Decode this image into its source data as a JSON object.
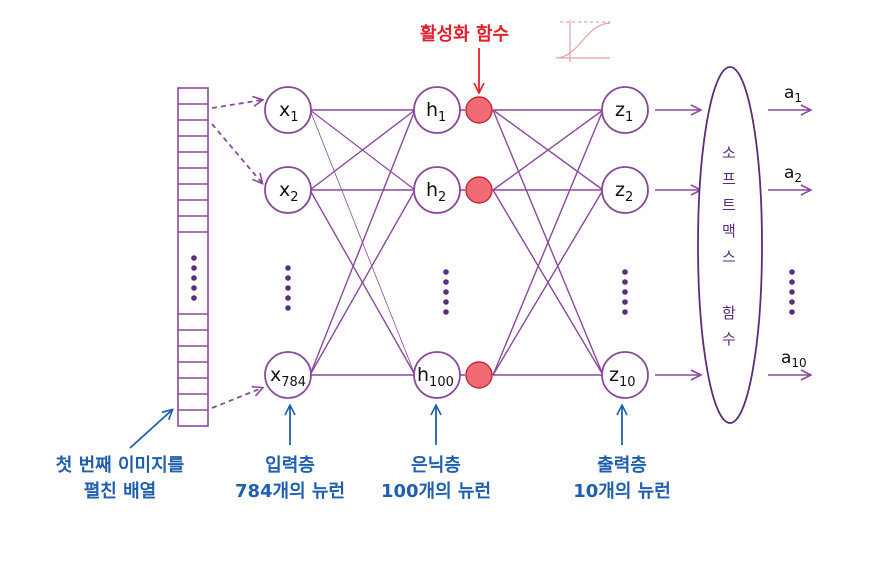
{
  "colors": {
    "purple": "#8a4a9c",
    "blue": "#1f5fae",
    "red": "#e3202a",
    "node_fill": "#f06b74"
  },
  "title_activation": "활성화 함수",
  "input_nodes": [
    {
      "base": "x",
      "sub": "1"
    },
    {
      "base": "x",
      "sub": "2"
    },
    {
      "base": "x",
      "sub": "784"
    }
  ],
  "hidden_nodes": [
    {
      "base": "h",
      "sub": "1"
    },
    {
      "base": "h",
      "sub": "2"
    },
    {
      "base": "h",
      "sub": "100"
    }
  ],
  "output_nodes": [
    {
      "base": "z",
      "sub": "1"
    },
    {
      "base": "z",
      "sub": "2"
    },
    {
      "base": "z",
      "sub": "10"
    }
  ],
  "softmax_top": [
    "소",
    "프",
    "트",
    "맥",
    "스"
  ],
  "softmax_bottom": [
    "함",
    "수"
  ],
  "outputs": [
    {
      "base": "a",
      "sub": "1"
    },
    {
      "base": "a",
      "sub": "2"
    },
    {
      "base": "a",
      "sub": "10"
    }
  ],
  "labels": {
    "flatten_line1": "첫 번째 이미지를",
    "flatten_line2": "펼친 배열",
    "input_line1": "입력층",
    "input_line2": "784개의 뉴런",
    "hidden_line1": "은닉층",
    "hidden_line2": "100개의 뉴런",
    "output_line1": "출력층",
    "output_line2": "10개의 뉴런"
  }
}
